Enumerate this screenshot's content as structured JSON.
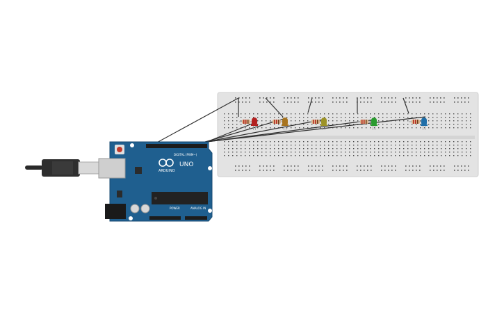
{
  "arduino": {
    "logo_text": "ARDUINO",
    "model_text": "UNO",
    "digital_label": "DIGITAL (PWM~)",
    "power_label": "POWER",
    "analog_label": "ANALOG IN",
    "board_color": "#1f5f8f",
    "board_edge_color": "#174a70"
  },
  "breadboard": {
    "color": "#e3e3e3",
    "edge_color": "#cfcfcf",
    "hole_color": "#4a4a4a"
  },
  "leds": [
    {
      "name": "red-led",
      "color": "#b3201f"
    },
    {
      "name": "orange-led",
      "color": "#a8741e"
    },
    {
      "name": "yellow-led",
      "color": "#9c9227"
    },
    {
      "name": "green-led",
      "color": "#2a9b2f"
    },
    {
      "name": "blue-led",
      "color": "#1f6ea8"
    }
  ],
  "usb_cable": {
    "color": "#2a2a2a"
  },
  "wire_color": "#303030"
}
